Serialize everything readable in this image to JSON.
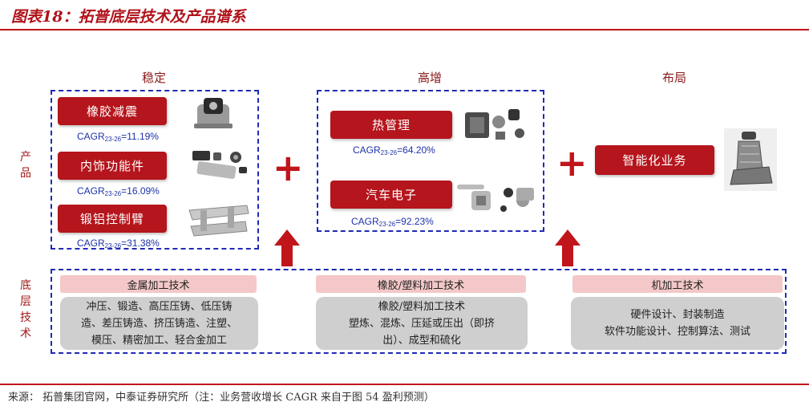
{
  "header": {
    "title": "图表18：拓普底层技术及产品谱系"
  },
  "columns": {
    "stable": "稳定",
    "growth": "高增",
    "layout": "布局"
  },
  "side_labels": {
    "products": [
      "产",
      "品"
    ],
    "tech": [
      "底",
      "层",
      "技",
      "术"
    ]
  },
  "stable_products": [
    {
      "label": "橡胶减震",
      "cagr_prefix": "CAGR",
      "cagr_sub": "23-26",
      "cagr_value": "=11.19%"
    },
    {
      "label": "内饰功能件",
      "cagr_prefix": "CAGR",
      "cagr_sub": "23-26",
      "cagr_value": "=16.09%"
    },
    {
      "label": "锻铝控制臂",
      "cagr_prefix": "CAGR",
      "cagr_sub": "23-26",
      "cagr_value": "=31.38%"
    }
  ],
  "growth_products": [
    {
      "label": "热管理",
      "cagr_prefix": "CAGR",
      "cagr_sub": "23-26",
      "cagr_value": "=64.20%"
    },
    {
      "label": "汽车电子",
      "cagr_prefix": "CAGR",
      "cagr_sub": "23-26",
      "cagr_value": "=92.23%"
    }
  ],
  "layout_product": {
    "label": "智能化业务"
  },
  "tech": [
    {
      "header": "金属加工技术",
      "lines": [
        "冲压、锻造、高压压铸、低压铸",
        "造、差压铸造、挤压铸造、注塑、",
        "模压、精密加工、轻合金加工"
      ]
    },
    {
      "header": "橡胶/塑料加工技术",
      "lines": [
        "橡胶/塑料加工技术",
        "塑炼、混炼、压延或压出（即挤",
        "出）、成型和硫化"
      ]
    },
    {
      "header": "机加工技术",
      "lines": [
        "硬件设计、封装制造",
        "软件功能设计、控制算法、测试"
      ]
    }
  ],
  "plus_symbol": "+",
  "colors": {
    "accent_red": "#b5151c",
    "dash_blue": "#1f2bb5",
    "pink": "#f4c8c8",
    "grey": "#cfcfcf"
  },
  "footer": {
    "source": "来源： 拓普集团官网，中泰证券研究所（注：业务营收增长 CAGR 来自于图 54 盈利预测）"
  }
}
